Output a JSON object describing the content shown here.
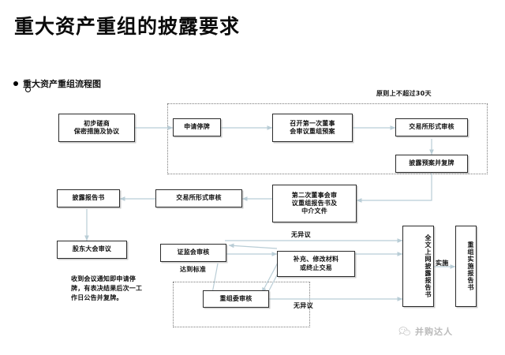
{
  "slide": {
    "title": "重大资产重组的披露要求",
    "bullet": "重大资产重组流程图",
    "top_note": "原则上不超过30天",
    "left_note": "收到会议通知即申请停牌，有表决结果后次一工作日公告并复牌。",
    "watermark": "并购达人",
    "watermark_icon": "wechat-icon"
  },
  "nodes": {
    "n1": "初步磋商\n保密措施及协议",
    "n1_l1": "初步磋商",
    "n1_l2": "保密措施及协议",
    "n2": "申请停牌",
    "n3_l1": "召开第一次董事",
    "n3_l2": "会审议重组预案",
    "n4": "交易所形式审核",
    "n5": "披露预案并复牌",
    "n6": "披露报告书",
    "n7": "交易所形式审核",
    "n8_l1": "第二次董事会审",
    "n8_l2": "议重组报告书及",
    "n8_l3": "中介文件",
    "n9": "股东大会审议",
    "n10": "证监会审核",
    "n11_l1": "补充、修改材料",
    "n11_l2": "或终止交易",
    "n12": "重组委审核",
    "n13_col1": "上网披露报告书",
    "n13_col2": "全文",
    "n14": "重组实施报告书"
  },
  "edge_labels": {
    "no_objection_top": "无异议",
    "no_objection_bottom": "无异议",
    "meets_standard": "达到标准",
    "implement": "实施"
  },
  "colors": {
    "connector": "#b9cdd6",
    "box_border": "#2b2b2b",
    "dotted_frame": "#7a7a7a",
    "text": "#111111",
    "background": "#ffffff"
  }
}
